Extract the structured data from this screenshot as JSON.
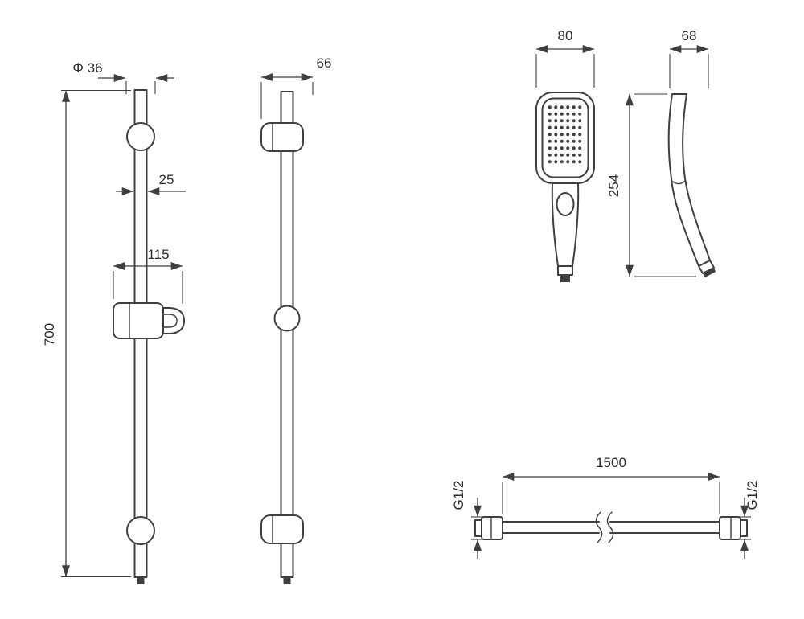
{
  "colors": {
    "line": "#3f3f3f",
    "text": "#2b2b2b",
    "background": "#ffffff"
  },
  "views": {
    "rail_front": {
      "dims": {
        "diameter": "Φ 36",
        "rail_width": "25",
        "holder_width": "115",
        "height": "700"
      }
    },
    "rail_side": {
      "dims": {
        "depth": "66"
      }
    },
    "handshower_front": {
      "dims": {
        "width": "80"
      }
    },
    "handshower_side": {
      "dims": {
        "depth": "68",
        "height": "254"
      }
    },
    "hose": {
      "dims": {
        "length": "1500",
        "thread_left": "G1/2",
        "thread_right": "G1/2"
      }
    }
  }
}
